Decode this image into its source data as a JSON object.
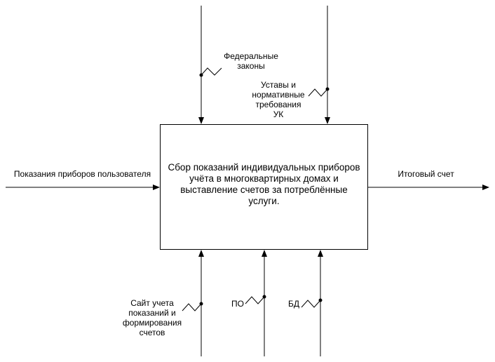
{
  "function_box": {
    "text": "Сбор показаний индивидуальных приборов учёта в многоквартирных домах и выставление счетов за потреблённые услуги."
  },
  "input": {
    "label": "Показания приборов пользователя"
  },
  "output": {
    "label": "Итоговый счет"
  },
  "controls": [
    {
      "label": "Федеральные\nзаконы"
    },
    {
      "label": "Уставы и\nнормативные\nтребования\nУК"
    }
  ],
  "mechanisms": [
    {
      "label": "Сайт учета\nпоказаний и\nформирования\nсчетов"
    },
    {
      "label": "ПО"
    },
    {
      "label": "БД"
    }
  ],
  "colors": {
    "line": "#000000",
    "background": "#ffffff"
  }
}
